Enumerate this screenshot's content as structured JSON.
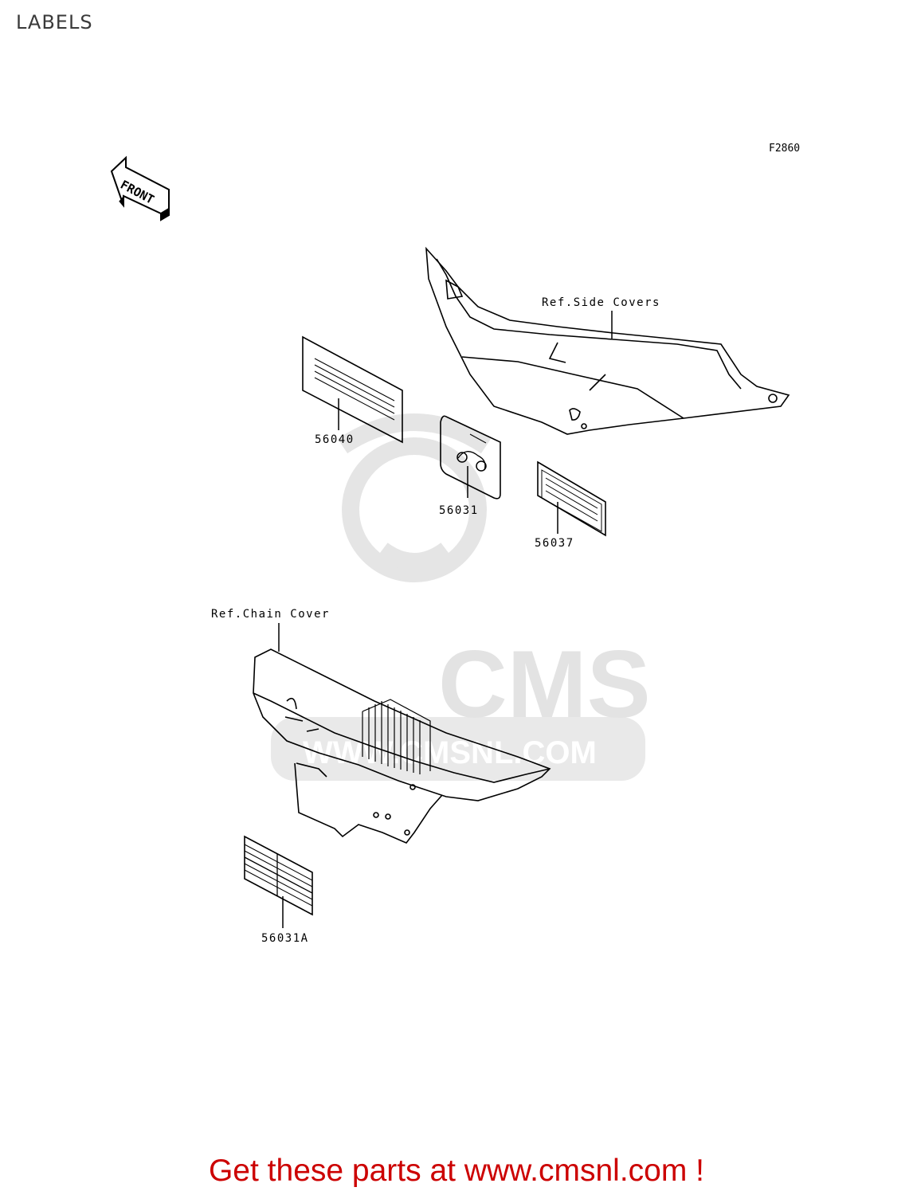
{
  "page": {
    "title": "LABELS"
  },
  "diagram": {
    "figure_code": "F2860",
    "front_arrow_text": "FRONT",
    "callouts": {
      "side_covers": "Ref.Side Covers",
      "chain_cover": "Ref.Chain Cover",
      "p56040": "56040",
      "p56031": "56031",
      "p56037": "56037",
      "p56031a": "56031A"
    },
    "watermark": {
      "brand": "CMS",
      "url": "WWW.CMSNL.COM"
    }
  },
  "footer": {
    "link_text": "Get these parts at www.cmsnl.com !"
  },
  "colors": {
    "line": "#000000",
    "footer": "#cc0000",
    "watermark": "#e6e6e6"
  }
}
